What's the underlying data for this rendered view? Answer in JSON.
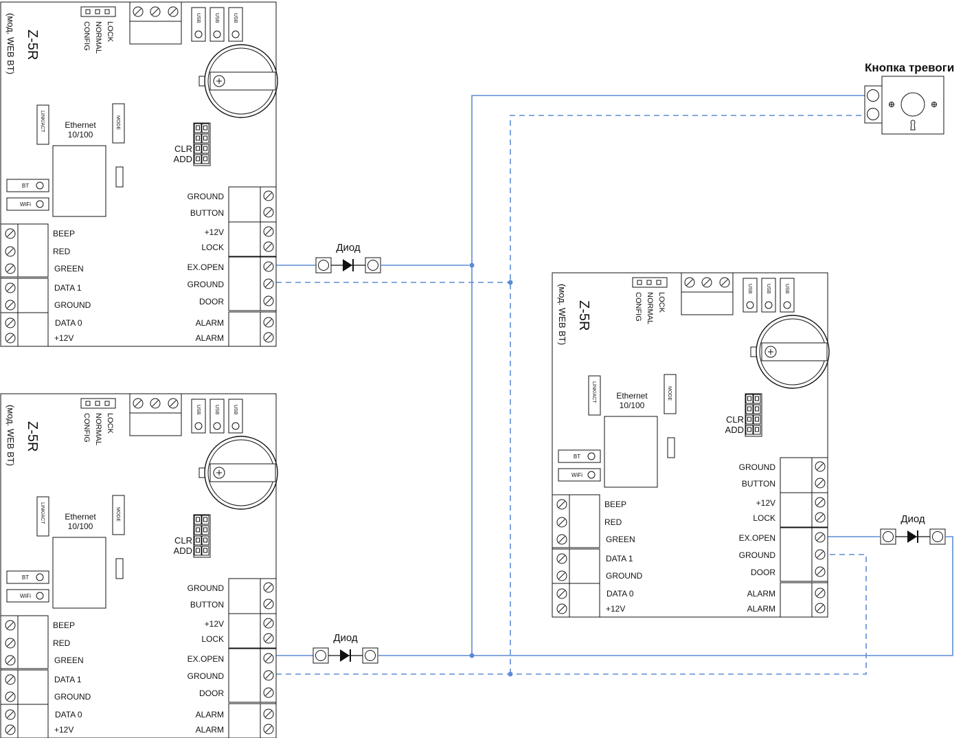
{
  "controller": {
    "model": "Z-5R",
    "variant": "(мод. WEB BT)",
    "mode_labels": [
      "LOCK",
      "NORMAL",
      "CONFIG"
    ],
    "usb_label": "USB",
    "ethernet_label": "Ethernet",
    "ethernet_speed": "10/100",
    "linkact_label": "LINK/ACT",
    "mode_label": "MODE",
    "clr_label": "CLR",
    "add_label": "ADD",
    "bt_label": "BT",
    "wifi_label": "WiFi",
    "right_terminals": [
      "GROUND",
      "BUTTON",
      "+12V",
      "LOCK",
      "EX.OPEN",
      "GROUND",
      "DOOR",
      "ALARM",
      "ALARM"
    ],
    "left_terminals": [
      "BEEP",
      "RED",
      "GREEN",
      "DATA 1",
      "GROUND",
      "DATA 0",
      "+12V"
    ]
  },
  "diode_label": "Диод",
  "alarm_button_label": "Кнопка тревоги",
  "colors": {
    "wire": "#5b8bd6",
    "line": "#111111"
  }
}
